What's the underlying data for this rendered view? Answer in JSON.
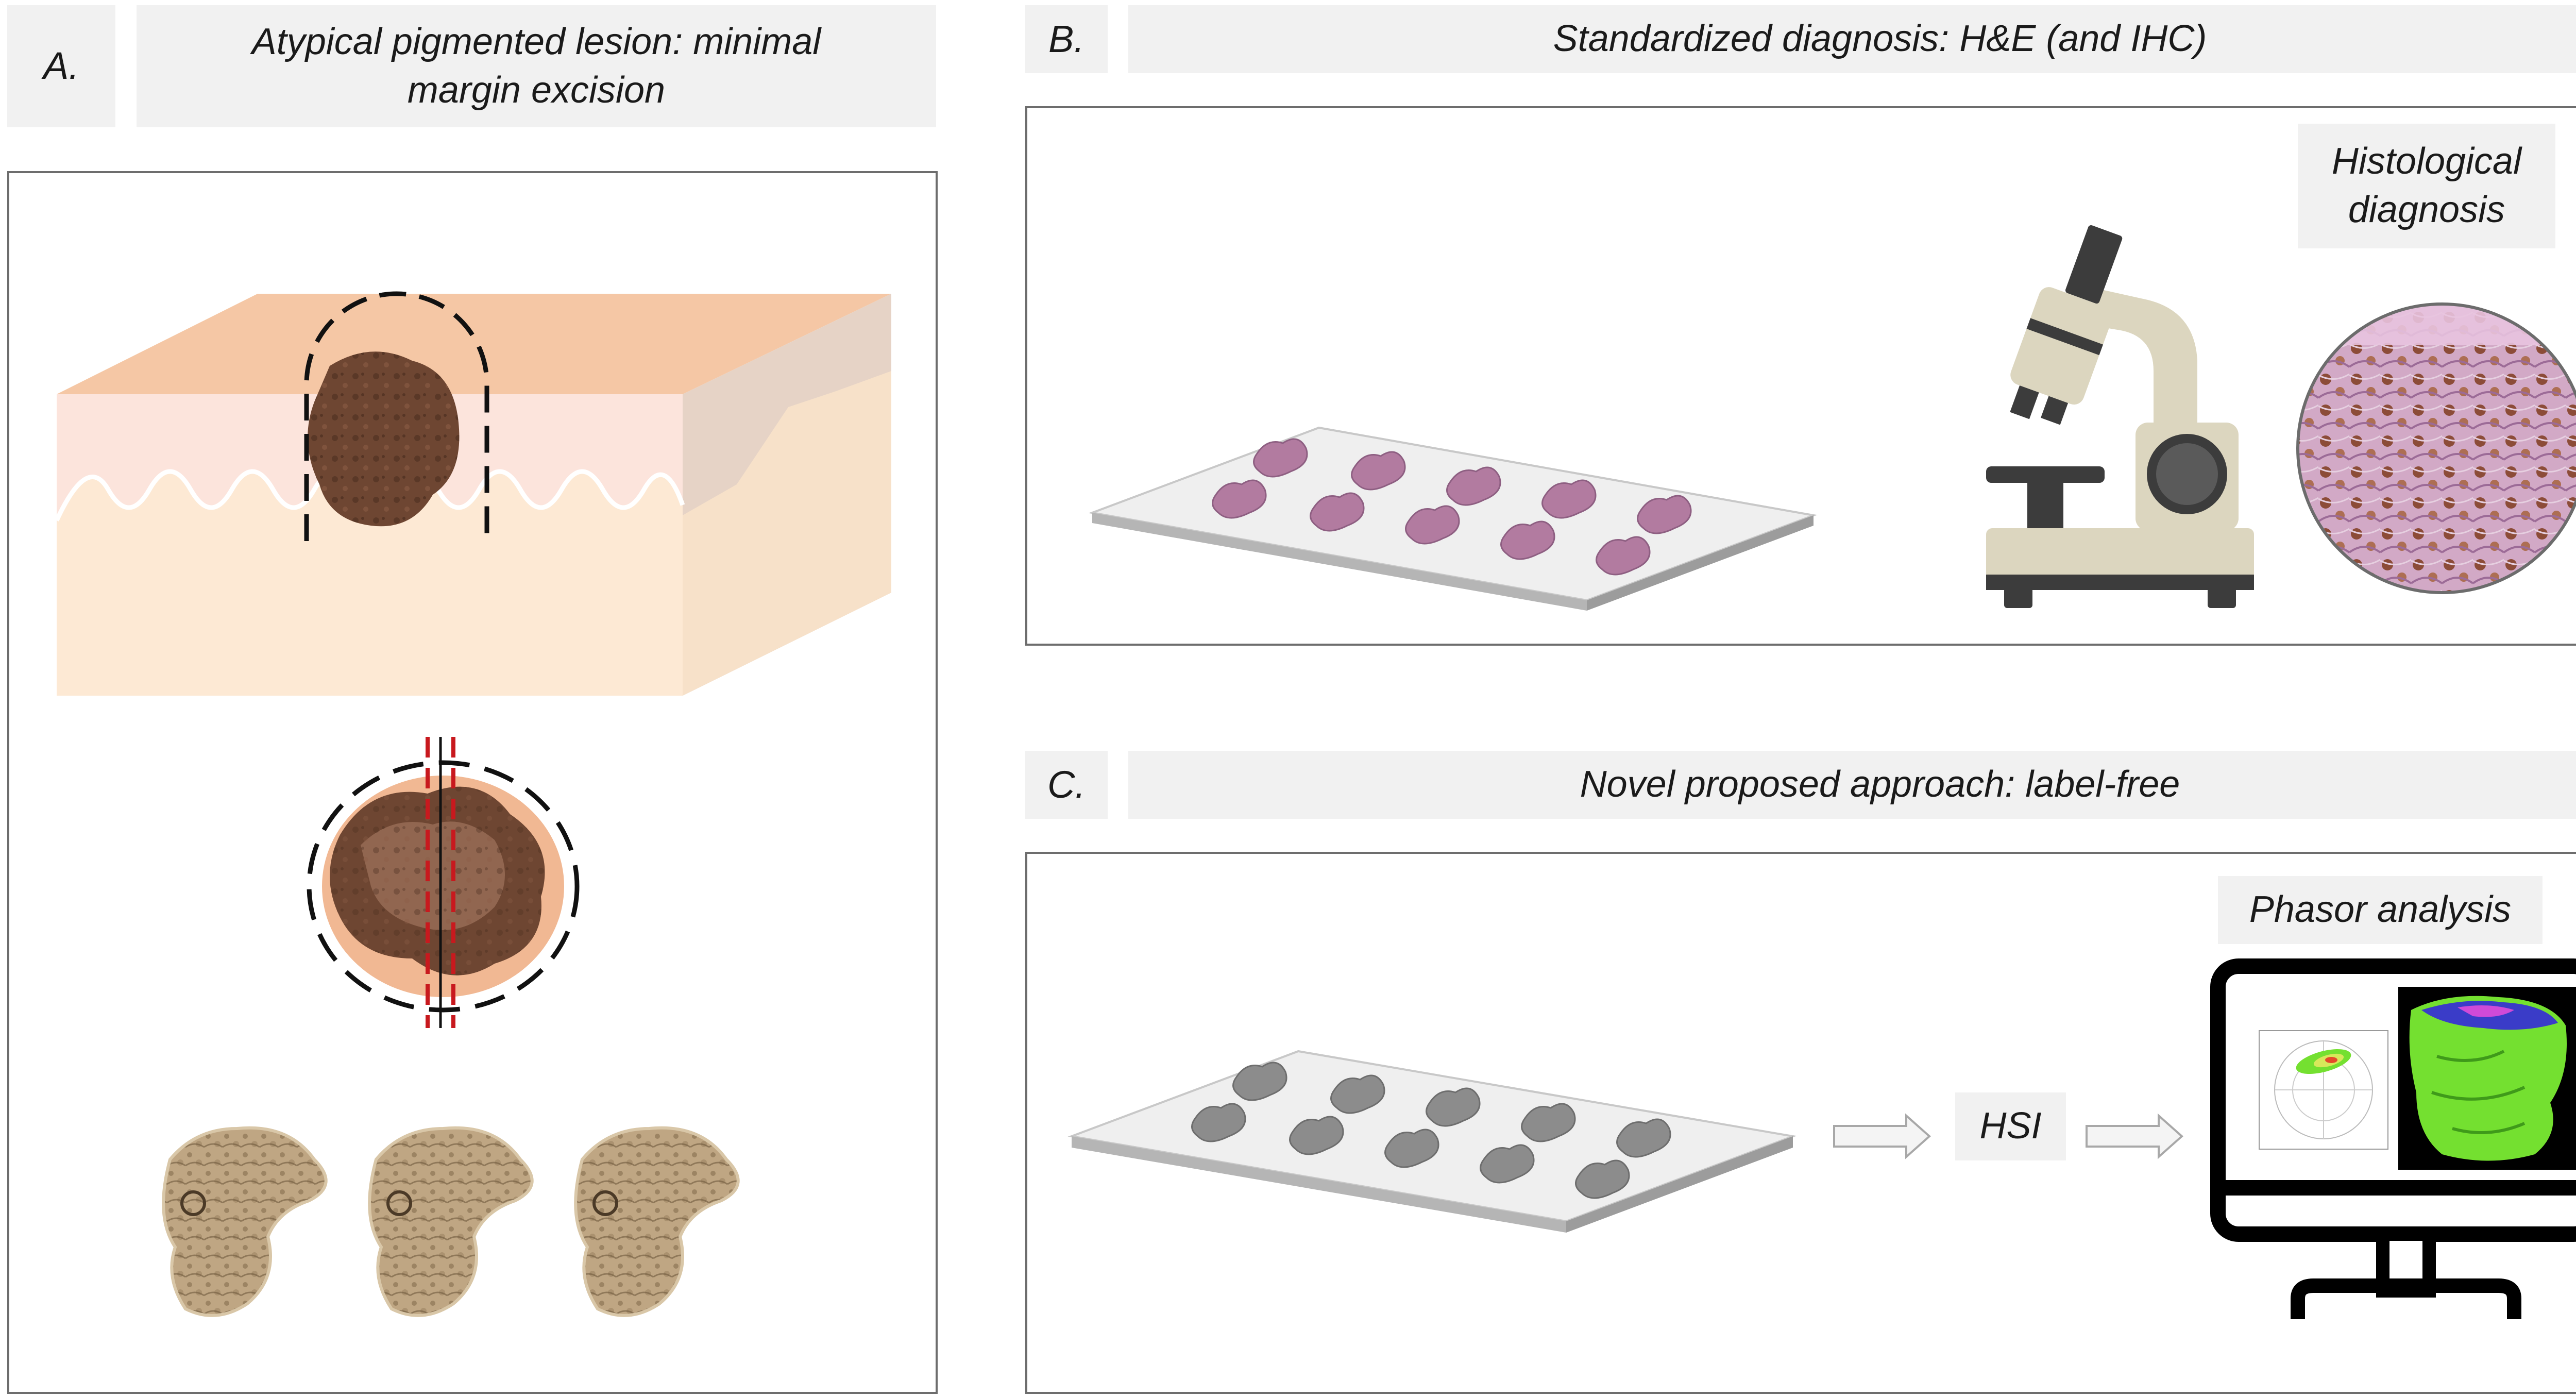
{
  "panel_a": {
    "letter": "A.",
    "title": "Atypical pigmented lesion: minimal margin excision"
  },
  "panel_b": {
    "letter": "B.",
    "title": "Standardized diagnosis: H&E (and IHC)",
    "tag": "Histological diagnosis"
  },
  "panel_c": {
    "letter": "C.",
    "title": "Novel proposed approach: label-free",
    "tag": "Phasor analysis",
    "step": "HSI"
  },
  "colors": {
    "skin_top": "#f5c7a5",
    "skin_epidermis": "#fce4dc",
    "skin_dermis": "#fde9d4",
    "lesion": "#6e4632",
    "cut_line": "#c8191e",
    "he_slice": "#b27ba0",
    "gray_slice": "#8c8c8c",
    "phasor_green": "#74e030",
    "phasor_blue": "#3a3cc8"
  },
  "icons": [
    "microscope-icon",
    "computer-monitor-icon",
    "arrow-right-icon"
  ]
}
